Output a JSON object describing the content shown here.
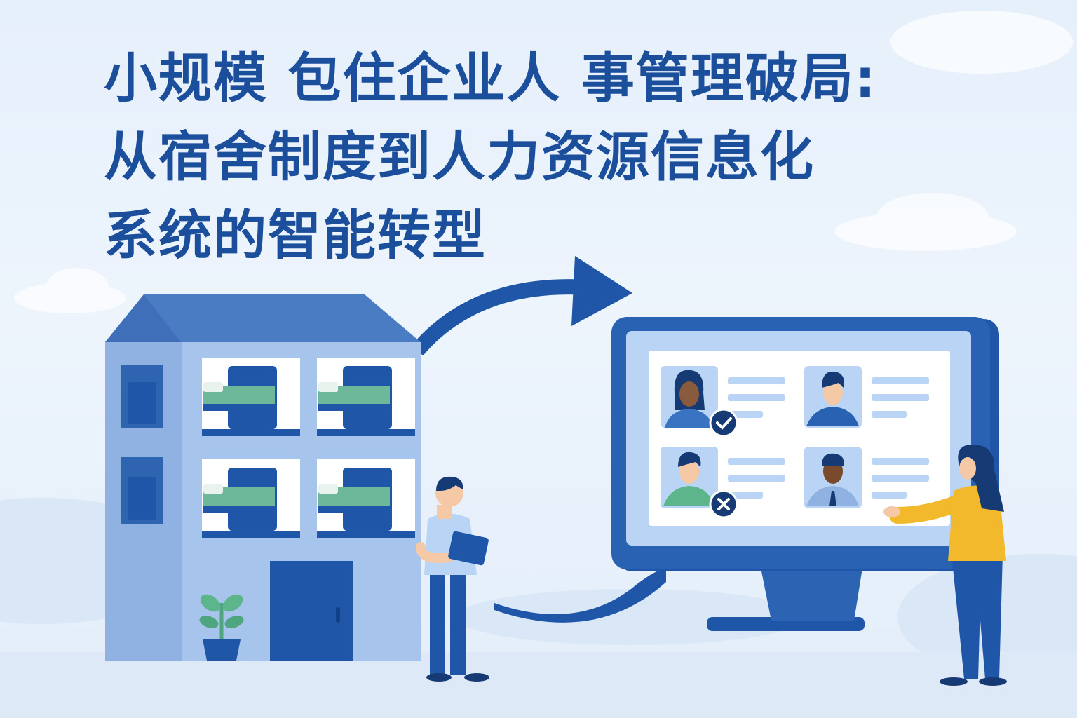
{
  "title": {
    "line1": "小规模 包住企业人 事管理破局:",
    "line2": "从宿舍制度到人力资源信息化",
    "line3": "系统的智能转型"
  },
  "icons": [
    "arrow-icon",
    "check-icon",
    "close-icon",
    "plant-icon",
    "tablet-icon"
  ],
  "colors": {
    "title": "#1b4f9c",
    "primary_blue": "#1f56a8",
    "building": "#8fb2e2",
    "bed_green": "#6db89a",
    "woman_shirt": "#f2b92c"
  }
}
